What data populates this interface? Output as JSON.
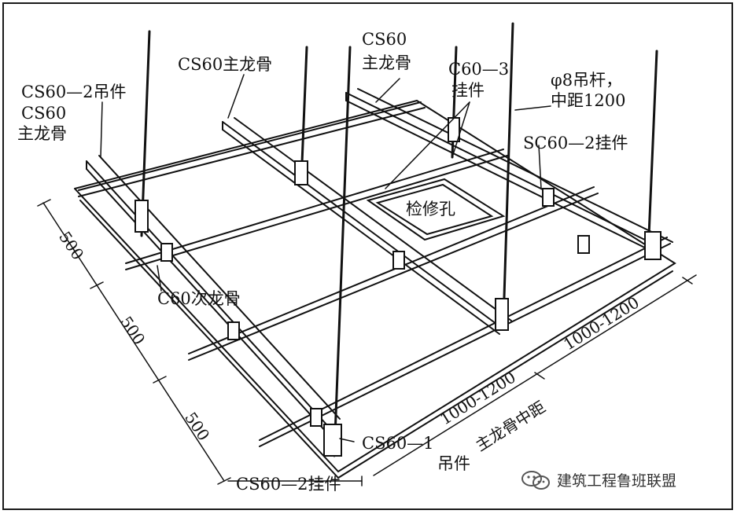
{
  "labels": {
    "cs60_2_hanger_top": "CS60—2吊件",
    "cs60_main_left_line1": "CS60",
    "cs60_main_left_line2": "主龙骨",
    "cs60_main_mid": "CS60主龙骨",
    "cs60_main_top_line1": "CS60",
    "cs60_main_top_line2": "主龙骨",
    "c60_3_line1": "C60—3",
    "c60_3_line2": "挂件",
    "rod_line1": "φ8吊杆，",
    "rod_line2": "中距1200",
    "sc60_2": "SC60—2挂件",
    "access_hole": "检修孔",
    "c60_secondary": "C60次龙骨",
    "cs60_1_line1": "CS60—1",
    "cs60_1_line2": "吊件",
    "cs60_2_bottom": "CS60—2挂件"
  },
  "dimensions": {
    "d1": "500",
    "d2": "500",
    "d3": "500",
    "span_a": "1000-1200",
    "span_b": "1000-1200",
    "main_spacing": "主龙骨中距"
  },
  "watermark": {
    "text": "建筑工程鲁班联盟",
    "icon": "wechat-icon"
  }
}
